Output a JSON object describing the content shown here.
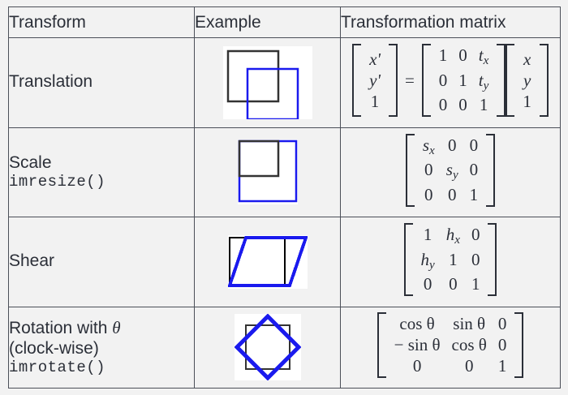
{
  "table": {
    "headers": [
      "Transform",
      "Example",
      "Transformation matrix"
    ],
    "rows": [
      {
        "name": "Translation",
        "func": "",
        "example": "translation-diagram",
        "matrix_label": "[x' y' 1] = [[1,0,tx],[0,1,ty],[0,0,1]] [x y 1]",
        "lhs": [
          "x'",
          "y'",
          "1"
        ],
        "equals": "=",
        "matrix": [
          [
            "1",
            "0",
            "tx"
          ],
          [
            "0",
            "1",
            "ty"
          ],
          [
            "0",
            "0",
            "1"
          ]
        ],
        "rhs": [
          "x",
          "y",
          "1"
        ]
      },
      {
        "name": "Scale",
        "func": "imresize()",
        "example": "scale-diagram",
        "matrix_label": "[[sx,0,0],[0,sy,0],[0,0,1]]",
        "matrix": [
          [
            "sx",
            "0",
            "0"
          ],
          [
            "0",
            "sy",
            "0"
          ],
          [
            "0",
            "0",
            "1"
          ]
        ]
      },
      {
        "name": "Shear",
        "func": "",
        "example": "shear-diagram",
        "matrix_label": "[[1,hx,0],[hy,1,0],[0,0,1]]",
        "matrix": [
          [
            "1",
            "hx",
            "0"
          ],
          [
            "hy",
            "1",
            "0"
          ],
          [
            "0",
            "0",
            "1"
          ]
        ]
      },
      {
        "name": "Rotation with θ",
        "name_line2": "(clock-wise)",
        "func": "imrotate()",
        "example": "rotation-diagram",
        "matrix_label": "[[cosθ,sinθ,0],[-sinθ,cosθ,0],[0,0,1]]",
        "matrix": [
          [
            "cos θ",
            "sin θ",
            "0"
          ],
          [
            "− sin θ",
            "cos θ",
            "0"
          ],
          [
            "0",
            "0",
            "1"
          ]
        ]
      }
    ]
  },
  "symbols": {
    "theta": "θ",
    "minus": "−",
    "equals": "=",
    "cos": "cos",
    "sin": "sin",
    "one": "1",
    "zero": "0",
    "x": "x",
    "y": "y",
    "x_prime": "x′",
    "y_prime": "y′",
    "t": "t",
    "s": "s",
    "h": "h",
    "sub_x": "x",
    "sub_y": "y"
  },
  "colors": {
    "header_bg": "#c6c6c6",
    "cell_bg": "#f2f2f2",
    "border": "#4b4f58",
    "text": "#2b2f38",
    "shape_blue": "#1a1aee",
    "shape_black": "#333333",
    "canvas_bg": "#ffffff"
  }
}
